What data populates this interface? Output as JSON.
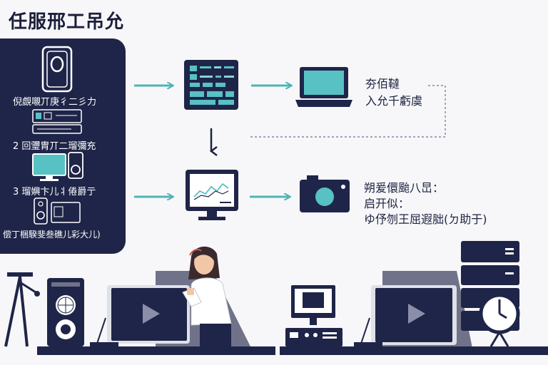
{
  "title": "任服邢工吊允",
  "colors": {
    "navy": "#1f2548",
    "teal": "#58c1c4",
    "arrow_teal": "#4fb4b4",
    "bg": "#f7f7f9",
    "gray_shape": "#6f7288",
    "light_gray": "#dfe1e8"
  },
  "left_panel": {
    "line1": "倪覷嚫丌庚彳二彡力",
    "line2": "2 回瓕胄丌二瑠彌充",
    "line3": "3 瑠嬹卞儿丬倦爵亍",
    "line4": "偿丁梱騤斐叁礁儿彩大儿)"
  },
  "right_top": {
    "line1": "夯佰韃",
    "line2": "入允千虧虞"
  },
  "right_bottom": {
    "line1": "朔爰儇颱八旵：",
    "line2": "启开似：",
    "line3": "ゆ伃刎王屈遐胐(ㄉ助于)"
  },
  "icons": {
    "speaker": "speaker-icon",
    "dashboard": "dashboard-icon",
    "laptop": "laptop-icon",
    "monitor_chart": "monitor-chart-icon",
    "camera": "camera-icon",
    "server_rack": "server-rack-icon",
    "clock": "clock-icon",
    "play": "play-icon"
  }
}
